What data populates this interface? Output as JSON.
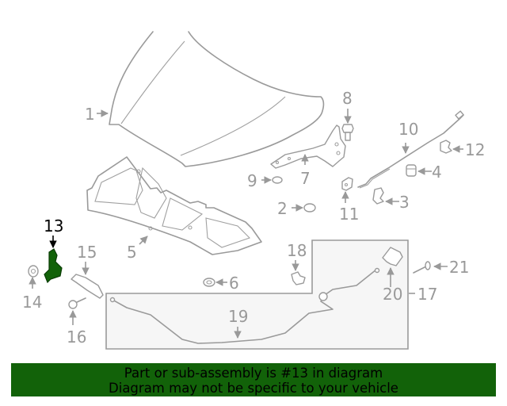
{
  "diagram": {
    "highlight_part": "13",
    "highlight_color": "#126209",
    "callouts": [
      {
        "id": "1",
        "label": "1"
      },
      {
        "id": "2",
        "label": "2"
      },
      {
        "id": "3",
        "label": "3"
      },
      {
        "id": "4",
        "label": "4"
      },
      {
        "id": "5",
        "label": "5"
      },
      {
        "id": "6",
        "label": "6"
      },
      {
        "id": "7",
        "label": "7"
      },
      {
        "id": "8",
        "label": "8"
      },
      {
        "id": "9",
        "label": "9"
      },
      {
        "id": "10",
        "label": "10"
      },
      {
        "id": "11",
        "label": "11"
      },
      {
        "id": "12",
        "label": "12"
      },
      {
        "id": "13",
        "label": "13"
      },
      {
        "id": "14",
        "label": "14"
      },
      {
        "id": "15",
        "label": "15"
      },
      {
        "id": "16",
        "label": "16"
      },
      {
        "id": "17",
        "label": "17"
      },
      {
        "id": "18",
        "label": "18"
      },
      {
        "id": "19",
        "label": "19"
      },
      {
        "id": "20",
        "label": "20"
      },
      {
        "id": "21",
        "label": "21"
      }
    ]
  },
  "banner": {
    "line1": "Part or sub-assembly is #13 in diagram",
    "line2": "Diagram may not be specific to your vehicle",
    "background": "#126209"
  }
}
